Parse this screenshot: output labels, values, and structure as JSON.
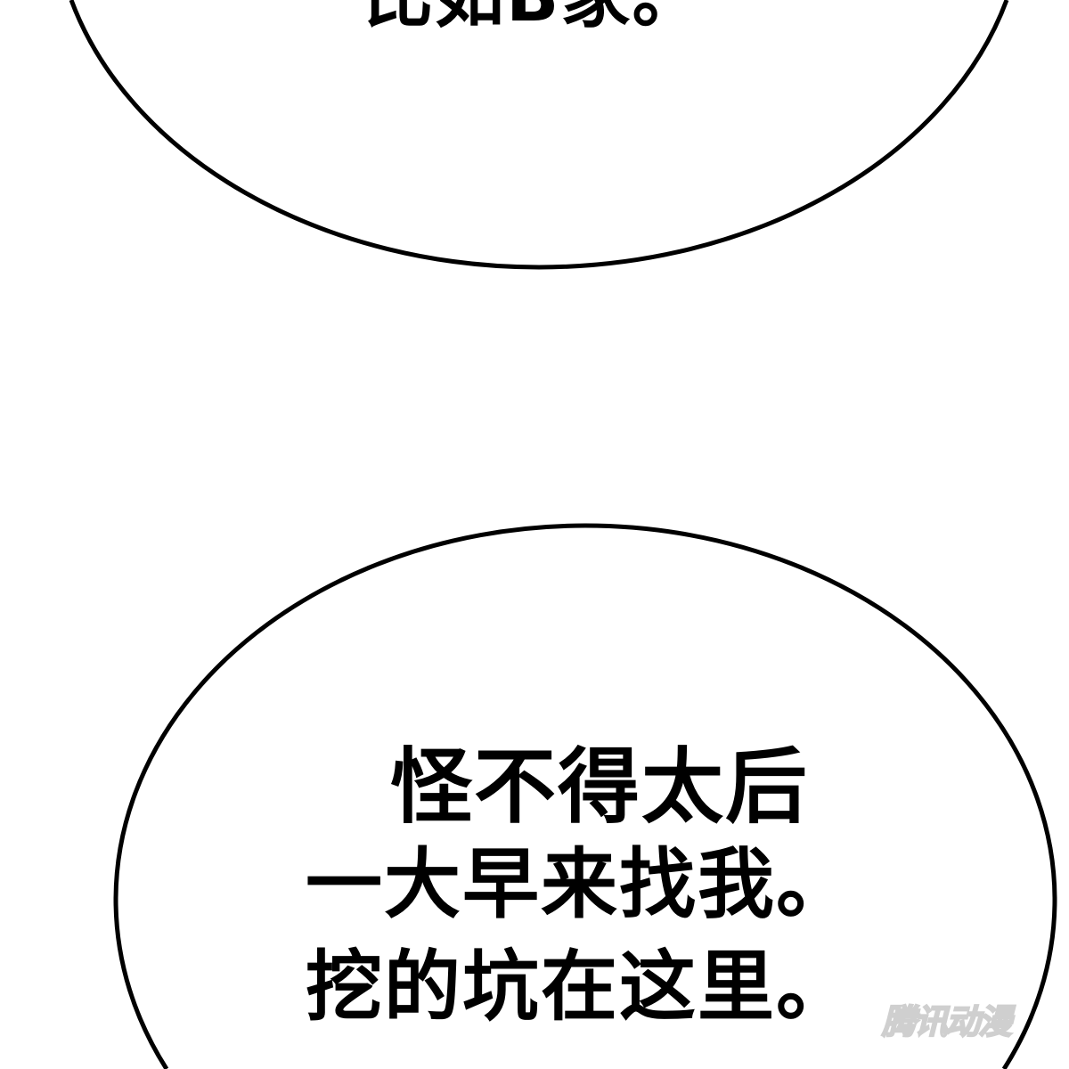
{
  "bubbles": [
    {
      "lines": [
        "比如B家。"
      ]
    },
    {
      "lines": [
        "怪不得太后",
        "一大早来找我。",
        "挖的坑在这里。"
      ]
    }
  ],
  "watermark": "腾讯动漫",
  "colors": {
    "ink": "#000000",
    "background": "#ffffff",
    "watermark": "#cfcfcf"
  }
}
